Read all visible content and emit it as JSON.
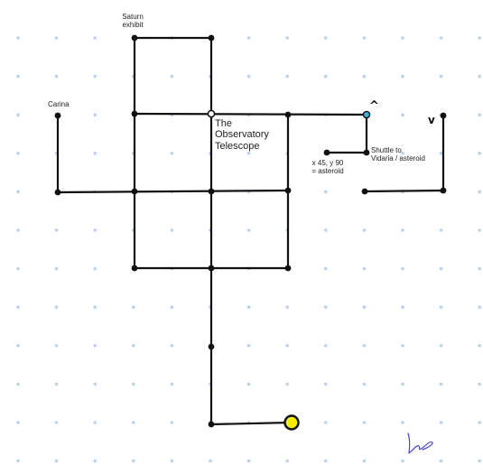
{
  "labels": {
    "saturn": "Saturn\nexhibit",
    "carina": "Carina",
    "telescope": "The\nObservatory\nTelescope",
    "shuttle": "Shuttle to\nVidaria / asteroid",
    "coords": "x 45, y 90\n= asteroid"
  },
  "arrows": {
    "up": "^",
    "down": "v"
  },
  "colors": {
    "background": "#ffffff",
    "grid_dot": "#b9d3ee",
    "line": "#111111",
    "start_node": "#f4f000",
    "telescope_node": "#ffffff",
    "shuttle_node": "#36b3e0",
    "signature": "#4b4bd6"
  },
  "icons": {
    "signature": "signature-icon"
  }
}
